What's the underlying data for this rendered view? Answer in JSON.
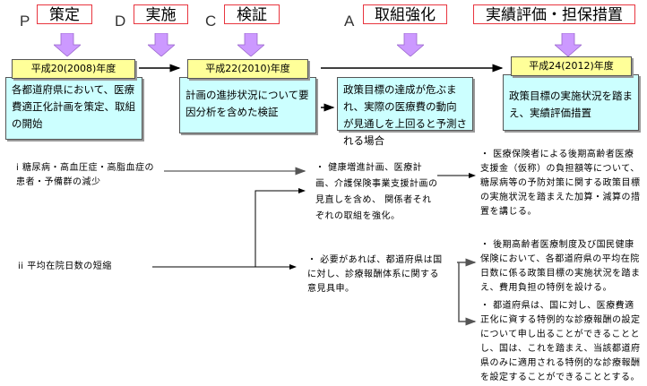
{
  "phases": [
    {
      "letter": "P",
      "label": "策定"
    },
    {
      "letter": "D",
      "label": "実施"
    },
    {
      "letter": "C",
      "label": "検証"
    },
    {
      "letter": "A",
      "label": "取組強化"
    },
    {
      "letter": "",
      "label": "実績評価・担保措置"
    }
  ],
  "timeline": [
    {
      "year": "平成20(2008)年度",
      "desc": "各都道府県において、医療費適正化計画を策定、取組の開始"
    },
    {
      "year": "平成22(2010)年度",
      "desc": "計画の進捗状況について要因分析を含めた検証"
    },
    {
      "year": "",
      "desc": "政策目標の達成が危ぶまれ、実際の医療費の動向が見通しを上回ると予測される場合"
    },
    {
      "year": "平成24(2012)年度",
      "desc": "政策目標の実施状況を踏まえ、実績評価措置"
    }
  ],
  "goals": [
    {
      "text": "i 糖尿病・高血圧症・高脂血症の患者・予備群の減少"
    },
    {
      "text": "ii 平均在院日数の短縮"
    }
  ],
  "measures": [
    {
      "text": "・ 健康増進計画、医療計画、介護保険事業支援計画の見直しを含め、 関係者それぞれの取組を強化。"
    },
    {
      "text": "・ 必要があれば、都道府県は国に対し、診療報酬体系に関する意見具申。"
    }
  ],
  "outcomes": [
    {
      "text": "・ 医療保険者による後期高齢者医療支援金（仮称）の負担額等について、糖尿病等の予防対策に関する政策目標の実施状況を踏まえた加算・減算の措置を講じる。"
    },
    {
      "text": "・ 後期高齢者医療制度及び国民健康保険において、各都道府県の平均在院日数に係る政策目標の実施状況を踏まえ、費用負担の特例を設ける。"
    },
    {
      "text": "・ 都道府県は、国に対し、医療費適正化に資する特例的な診療報酬の設定について申し出ることができることとし、国は、これを踏まえ、当該都道府県のみに適用される特例的な診療報酬を設定することができることとする。"
    }
  ],
  "colors": {
    "phase_border": "#e8353f",
    "arrow_fill": "#cc99ff",
    "year_fill": "#ffff99",
    "box_fill": "#ccffff"
  }
}
